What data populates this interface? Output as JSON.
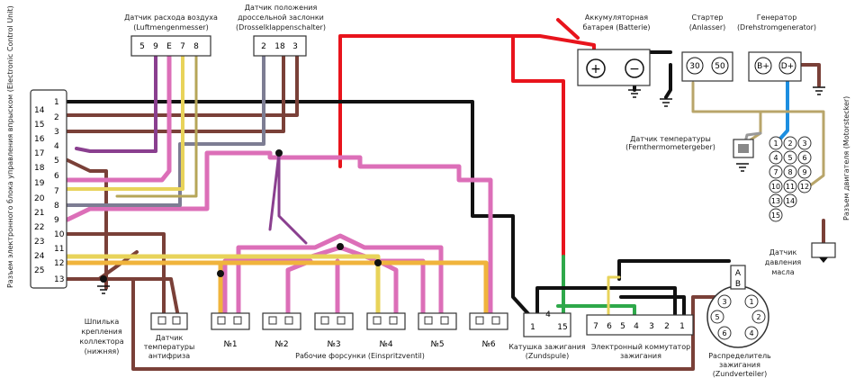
{
  "ecu": {
    "title": "Разъем электронного блока управления впрыском (Electronic Control Unit)",
    "pins_left": [
      "14",
      "15",
      "16",
      "17",
      "18",
      "19",
      "20",
      "21",
      "22",
      "23",
      "24",
      "25"
    ],
    "pins_right": [
      "1",
      "2",
      "3",
      "4",
      "5",
      "6",
      "7",
      "8",
      "9",
      "10",
      "11",
      "12",
      "13"
    ]
  },
  "airflow": {
    "label1": "Датчик расхода воздуха",
    "label2": "(Luftmengenmesser)",
    "pins": [
      "5",
      "9",
      "E",
      "7",
      "8"
    ]
  },
  "throttle": {
    "label1": "Датчик положения",
    "label2": "дроссельной заслонки",
    "label3": "(Drosselklappenschalter)",
    "pins": [
      "2",
      "18",
      "3"
    ]
  },
  "battery": {
    "label1": "Аккумуляторная",
    "label2": "батарея (Batterie)",
    "plus": "+",
    "minus": "−"
  },
  "starter": {
    "label1": "Стартер",
    "label2": "(Anlasser)",
    "pins": [
      "30",
      "50"
    ]
  },
  "generator": {
    "label1": "Генератор",
    "label2": "(Drehstromgenerator)",
    "pins": [
      "B+",
      "D+"
    ]
  },
  "temp_gauge": {
    "label1": "Датчик температуры",
    "label2": "(Fernthermometergeber)"
  },
  "engine_connector": {
    "label": "Разъем двигателя (Motorstecker)",
    "pins": [
      "1",
      "2",
      "3",
      "4",
      "5",
      "6",
      "7",
      "8",
      "9",
      "10",
      "11",
      "12",
      "13",
      "14",
      "15"
    ]
  },
  "oil_sensor": {
    "label1": "Датчик",
    "label2": "давления",
    "label3": "масла"
  },
  "ground_stud": {
    "label1": "Шпилька",
    "label2": "крепления",
    "label3": "коллектора",
    "label4": "(нижняя)"
  },
  "coolant_sensor": {
    "label1": "Датчик",
    "label2": "температуры",
    "label3": "антифриза"
  },
  "injectors": {
    "items": [
      "№1",
      "№2",
      "№3",
      "№4",
      "№5",
      "№6"
    ],
    "caption": "Рабочие форсунки (Einspritzventil)"
  },
  "coil": {
    "label1": "Катушка зажигания",
    "label2": "(Zundspule)",
    "pins": [
      "1",
      "4",
      "15"
    ]
  },
  "switch": {
    "label1": "Электронный коммутатор",
    "label2": "зажигания",
    "pins": [
      "7",
      "6",
      "5",
      "4",
      "3",
      "2",
      "1"
    ]
  },
  "distributor": {
    "label1": "Распределитель",
    "label2": "зажигания",
    "label3": "(Zundverteiler)",
    "pins": [
      "1",
      "2",
      "3",
      "4",
      "5",
      "6"
    ],
    "plug": [
      "A",
      "B"
    ]
  },
  "colors": {
    "red": "#e8141c",
    "black": "#111111",
    "brown": "#7a4038",
    "pink": "#dc6fb8",
    "purple": "#8a3f8f",
    "yellow": "#e8d35a",
    "olive": "#b6a658",
    "grey": "#7d7d93",
    "blue": "#1c8ee0",
    "green": "#2ea84a",
    "orange": "#f0b43c"
  }
}
